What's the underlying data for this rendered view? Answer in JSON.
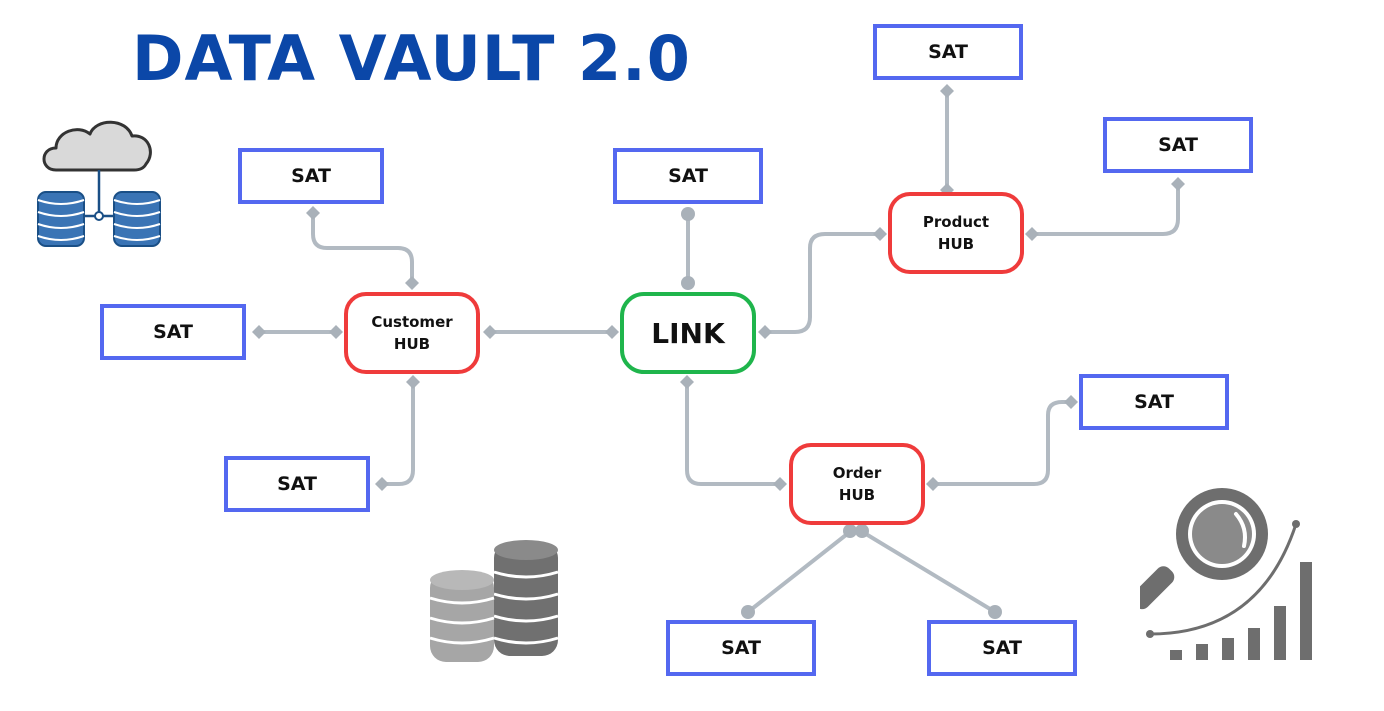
{
  "title": "DATA VAULT 2.0",
  "link": {
    "label": "LINK"
  },
  "hubs": {
    "customer": {
      "line1": "Customer",
      "line2": "HUB"
    },
    "product": {
      "line1": "Product",
      "line2": "HUB"
    },
    "order": {
      "line1": "Order",
      "line2": "HUB"
    }
  },
  "sats": {
    "customer_top": "SAT",
    "customer_left": "SAT",
    "customer_bottom": "SAT",
    "link_top": "SAT",
    "product_top": "SAT",
    "product_right": "SAT",
    "order_right": "SAT",
    "order_bottom_left": "SAT",
    "order_bottom_right": "SAT"
  },
  "colors": {
    "title": "#0b47a8",
    "sat_border": "#5468f0",
    "hub_border": "#ef3b3b",
    "link_border": "#1fb54c",
    "connector": "#b2bac2",
    "icon_gray": "#6e6e6e"
  },
  "icons": [
    "cloud-database-icon",
    "database-stack-icon",
    "analytics-magnifier-icon"
  ]
}
